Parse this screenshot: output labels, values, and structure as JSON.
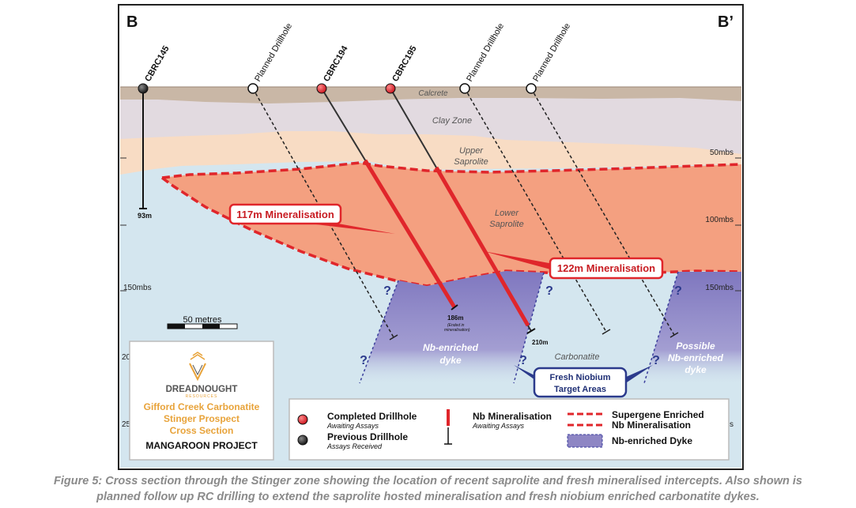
{
  "section": {
    "start_label": "B",
    "end_label": "B’",
    "layers": {
      "calcrete": "Calcrete",
      "clay": "Clay Zone",
      "upper_saprolite_1": "Upper",
      "upper_saprolite_2": "Saprolite",
      "lower_saprolite_1": "Lower",
      "lower_saprolite_2": "Saprolite",
      "carbonatite": "Carbonatite"
    },
    "depth_marks": {
      "right_50": "50mbs",
      "right_100": "100mbs",
      "right_150": "150mbs",
      "left_150": "150mbs",
      "left_200": "20",
      "left_250": "25",
      "right_250": "s"
    }
  },
  "drillholes": [
    {
      "id": "CBRC145",
      "type": "previous",
      "end_label": "93m"
    },
    {
      "id": "Planned Drillhole",
      "type": "planned"
    },
    {
      "id": "CBRC194",
      "type": "completed",
      "end_label": "186m",
      "end_note_1": "(Ended in",
      "end_note_2": "mineralisation)"
    },
    {
      "id": "CBRC195",
      "type": "completed",
      "end_label": "210m"
    },
    {
      "id": "Planned Drillhole",
      "type": "planned"
    },
    {
      "id": "Planned Drillhole",
      "type": "planned"
    }
  ],
  "callouts": {
    "min_117": "117m Mineralisation",
    "min_122": "122m Mineralisation",
    "fresh_1": "Fresh Niobium",
    "fresh_2": "Target Areas",
    "dyke_1": "Nb-enriched",
    "dyke_2": "dyke",
    "possible_1": "Possible",
    "possible_2": "Nb-enriched",
    "possible_3": "dyke",
    "question": "?"
  },
  "scale_bar": {
    "label": "50 metres"
  },
  "title_box": {
    "company": "DREADNOUGHT",
    "company_sub": "RESOURCES",
    "title_1": "Gifford Creek Carbonatite",
    "title_2": "Stinger Prospect",
    "title_3": "Cross Section",
    "project": "MANGAROON PROJECT"
  },
  "legend": {
    "completed_title": "Completed Drillhole",
    "completed_sub": "Awaiting Assays",
    "previous_title": "Previous Drillhole",
    "previous_sub": "Assays Received",
    "nb_title": "Nb Mineralisation",
    "nb_sub": "Awaiting Assays",
    "supergene_1": "Supergene Enriched",
    "supergene_2": "Nb Mineralisation",
    "dyke": "Nb-enriched Dyke"
  },
  "colors": {
    "sky": "#ffffff",
    "calcrete": "#c9b7a6",
    "clay": "#e2dae0",
    "upper_saprolite": "#f8dcc4",
    "lower_saprolite": "#f4a080",
    "carbonatite": "#d4e6ef",
    "dyke": "#8e86c4",
    "accent_red": "#e0262b",
    "title_orange": "#e8a33a",
    "navy": "#1f2f75"
  },
  "caption": {
    "line1": "Figure 5: Cross section through the Stinger zone showing the location of recent saprolite and fresh mineralised intercepts. Also shown is",
    "line2": "planned follow up RC drilling to extend the saprolite hosted mineralisation and fresh niobium enriched carbonatite dykes."
  }
}
